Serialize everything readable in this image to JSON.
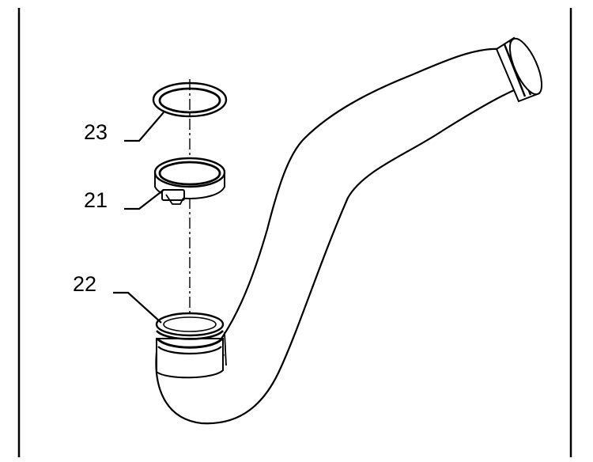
{
  "diagram": {
    "callouts": [
      {
        "number": "23",
        "part": "seal-ring"
      },
      {
        "number": "21",
        "part": "hose-clamp"
      },
      {
        "number": "22",
        "part": "pipe-connector"
      }
    ],
    "colors": {
      "line": "#000000",
      "background": "#ffffff"
    }
  }
}
